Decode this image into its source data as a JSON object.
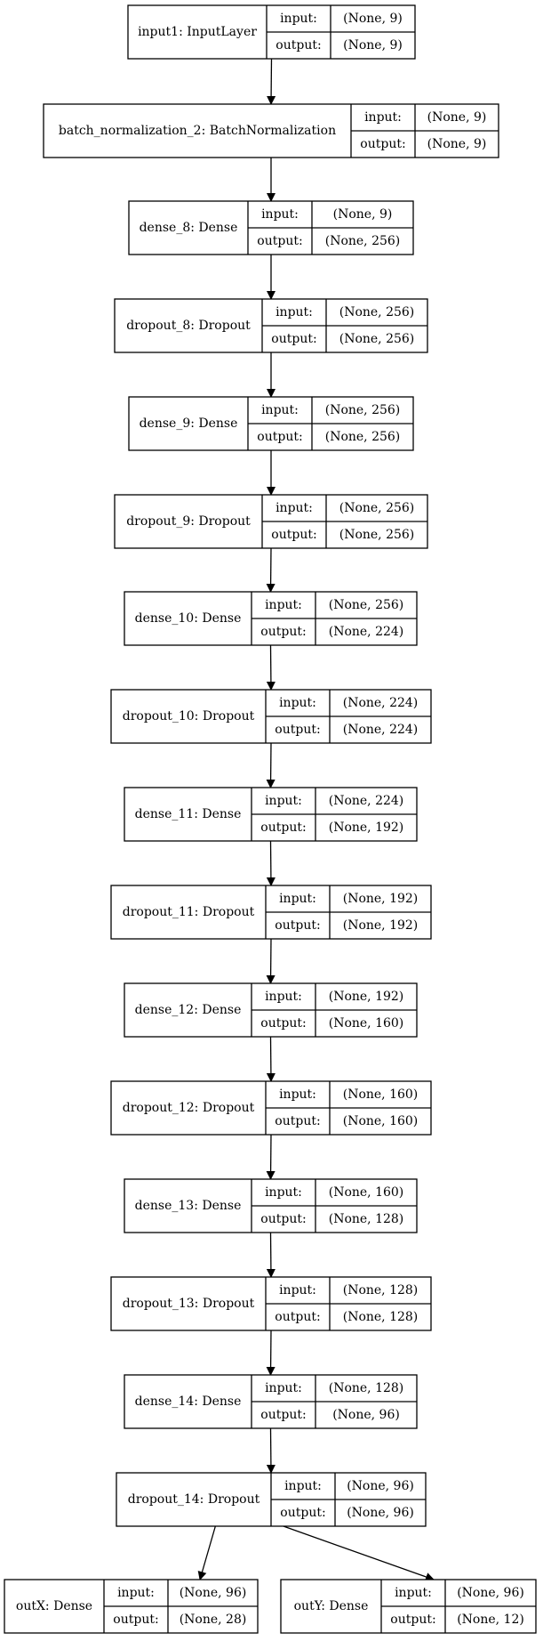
{
  "row_labels": {
    "input": "input:",
    "output": "output:"
  },
  "layers": [
    {
      "id": "input1",
      "name": "input1: InputLayer",
      "input": "(None, 9)",
      "output": "(None, 9)"
    },
    {
      "id": "bn2",
      "name": "batch_normalization_2: BatchNormalization",
      "input": "(None, 9)",
      "output": "(None, 9)"
    },
    {
      "id": "dense8",
      "name": "dense_8: Dense",
      "input": "(None, 9)",
      "output": "(None, 256)"
    },
    {
      "id": "dropout8",
      "name": "dropout_8: Dropout",
      "input": "(None, 256)",
      "output": "(None, 256)"
    },
    {
      "id": "dense9",
      "name": "dense_9: Dense",
      "input": "(None, 256)",
      "output": "(None, 256)"
    },
    {
      "id": "dropout9",
      "name": "dropout_9: Dropout",
      "input": "(None, 256)",
      "output": "(None, 256)"
    },
    {
      "id": "dense10",
      "name": "dense_10: Dense",
      "input": "(None, 256)",
      "output": "(None, 224)"
    },
    {
      "id": "dropout10",
      "name": "dropout_10: Dropout",
      "input": "(None, 224)",
      "output": "(None, 224)"
    },
    {
      "id": "dense11",
      "name": "dense_11: Dense",
      "input": "(None, 224)",
      "output": "(None, 192)"
    },
    {
      "id": "dropout11",
      "name": "dropout_11: Dropout",
      "input": "(None, 192)",
      "output": "(None, 192)"
    },
    {
      "id": "dense12",
      "name": "dense_12: Dense",
      "input": "(None, 192)",
      "output": "(None, 160)"
    },
    {
      "id": "dropout12",
      "name": "dropout_12: Dropout",
      "input": "(None, 160)",
      "output": "(None, 160)"
    },
    {
      "id": "dense13",
      "name": "dense_13: Dense",
      "input": "(None, 160)",
      "output": "(None, 128)"
    },
    {
      "id": "dropout13",
      "name": "dropout_13: Dropout",
      "input": "(None, 128)",
      "output": "(None, 128)"
    },
    {
      "id": "dense14",
      "name": "dense_14: Dense",
      "input": "(None, 128)",
      "output": "(None, 96)"
    },
    {
      "id": "dropout14",
      "name": "dropout_14: Dropout",
      "input": "(None, 96)",
      "output": "(None, 96)"
    },
    {
      "id": "outX",
      "name": "outX: Dense",
      "input": "(None, 96)",
      "output": "(None, 28)"
    },
    {
      "id": "outY",
      "name": "outY: Dense",
      "input": "(None, 96)",
      "output": "(None, 12)"
    }
  ],
  "edges": [
    [
      "input1",
      "bn2"
    ],
    [
      "bn2",
      "dense8"
    ],
    [
      "dense8",
      "dropout8"
    ],
    [
      "dropout8",
      "dense9"
    ],
    [
      "dense9",
      "dropout9"
    ],
    [
      "dropout9",
      "dense10"
    ],
    [
      "dense10",
      "dropout10"
    ],
    [
      "dropout10",
      "dense11"
    ],
    [
      "dense11",
      "dropout11"
    ],
    [
      "dropout11",
      "dense12"
    ],
    [
      "dense12",
      "dropout12"
    ],
    [
      "dropout12",
      "dense13"
    ],
    [
      "dense13",
      "dropout13"
    ],
    [
      "dropout13",
      "dense14"
    ],
    [
      "dense14",
      "dropout14"
    ],
    [
      "dropout14",
      "outX"
    ],
    [
      "dropout14",
      "outY"
    ]
  ]
}
